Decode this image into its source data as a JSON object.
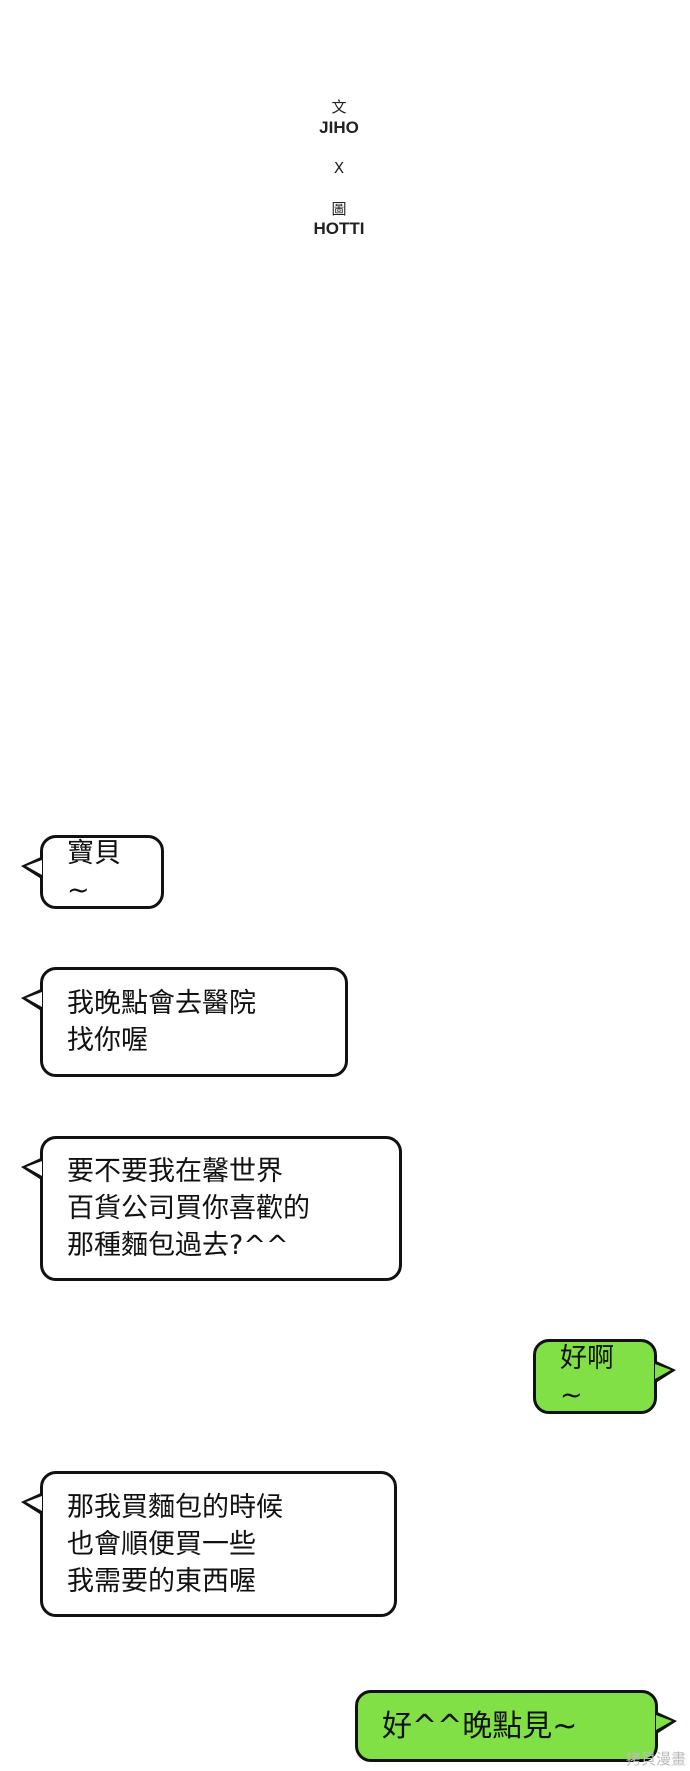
{
  "credits": {
    "writer_label": "文",
    "writer": "JIHO",
    "separator": "X",
    "artist_label": "圖",
    "artist": "HOTTI"
  },
  "messages": [
    {
      "side": "left",
      "lines": [
        "寶貝~"
      ]
    },
    {
      "side": "left",
      "lines": [
        "我晚點會去醫院",
        "找你喔"
      ]
    },
    {
      "side": "left",
      "lines": [
        "要不要我在馨世界",
        "百貨公司買你喜歡的",
        "那種麵包過去?^^"
      ]
    },
    {
      "side": "right",
      "lines": [
        "好啊~"
      ]
    },
    {
      "side": "left",
      "lines": [
        "那我買麵包的時候",
        "也會順便買一些",
        "我需要的東西喔"
      ]
    },
    {
      "side": "right",
      "lines": [
        "好^^晚點見~"
      ]
    }
  ],
  "watermark": "拷貝漫畫",
  "colors": {
    "green_bubble": "#80e046",
    "white_bubble": "#ffffff"
  }
}
